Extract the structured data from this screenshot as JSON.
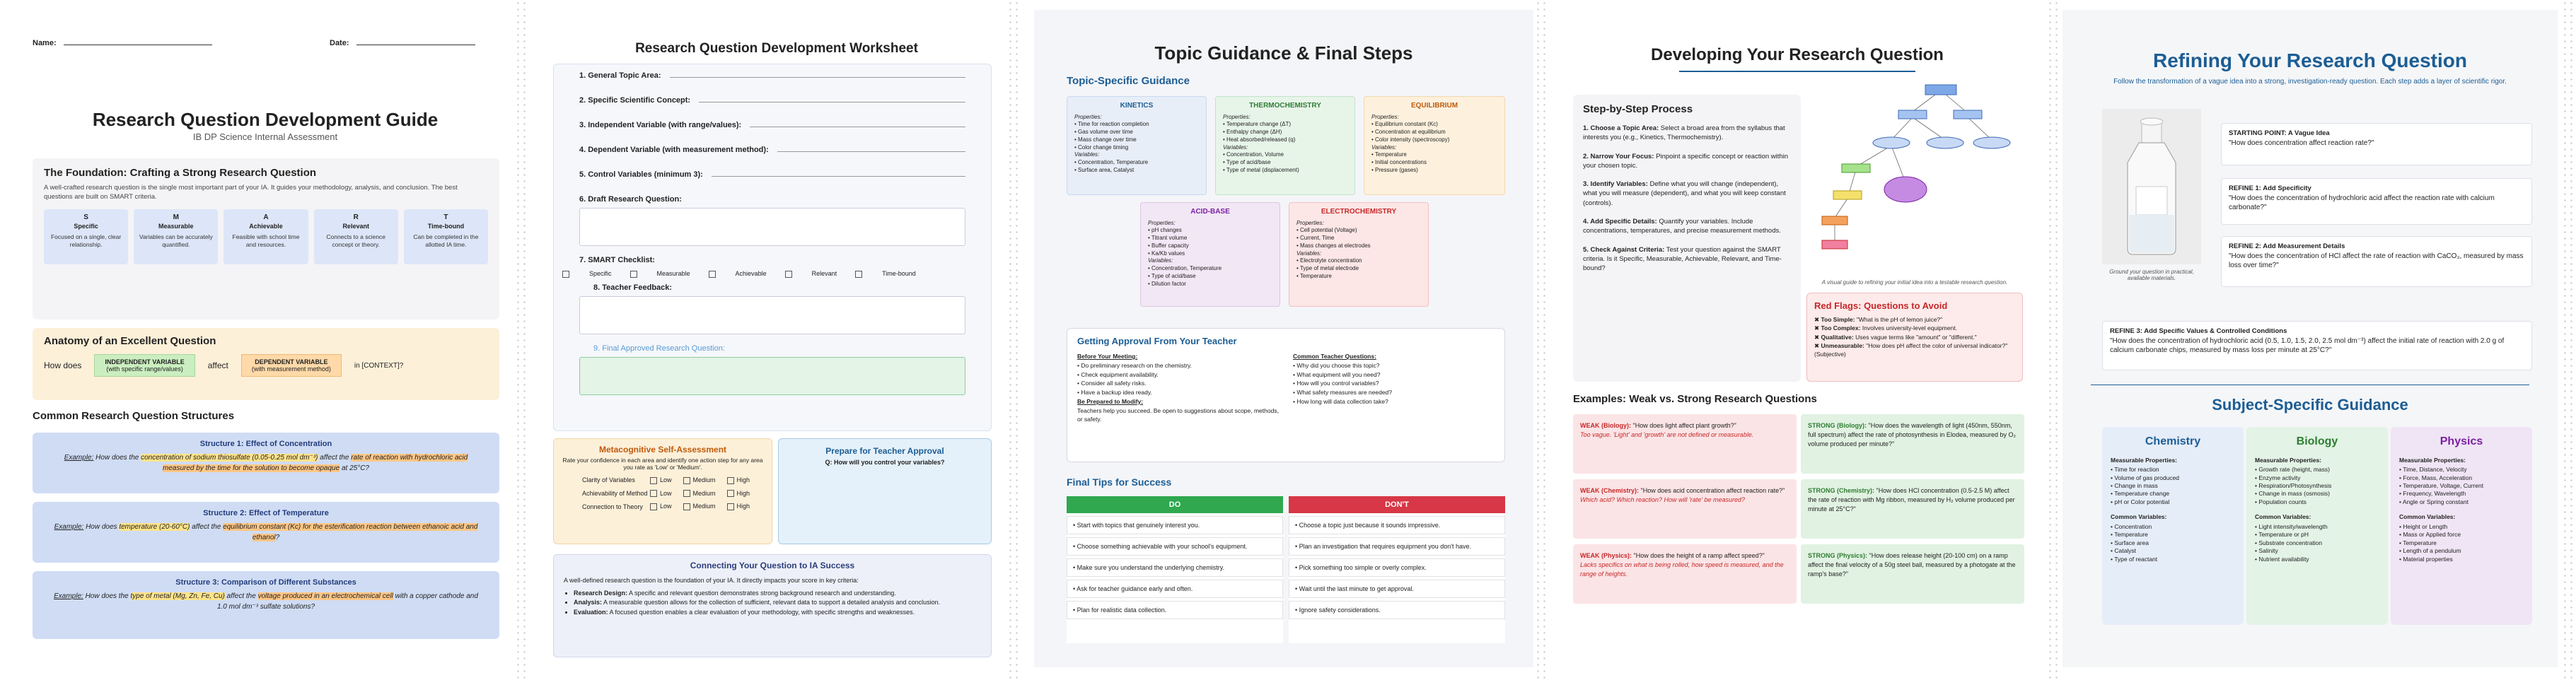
{
  "page1": {
    "name_label": "Name:",
    "date_label": "Date:",
    "title": "Research Question Development Guide",
    "subtitle": "IB DP Science Internal Assessment",
    "foundation": {
      "heading": "The Foundation: Crafting a Strong Research Question",
      "text": "A well-crafted research question is the single most important part of your IA. It guides your methodology, analysis, and conclusion. The best questions are built on SMART criteria.",
      "smart": [
        {
          "letter": "S",
          "name": "Specific",
          "desc": "Focused on a single, clear relationship."
        },
        {
          "letter": "M",
          "name": "Measurable",
          "desc": "Variables can be accurately quantified."
        },
        {
          "letter": "A",
          "name": "Achievable",
          "desc": "Feasible with school time and resources."
        },
        {
          "letter": "R",
          "name": "Relevant",
          "desc": "Connects to a science concept or theory."
        },
        {
          "letter": "T",
          "name": "Time-bound",
          "desc": "Can be completed in the allotted IA time."
        }
      ]
    },
    "anatomy": {
      "heading": "Anatomy of an Excellent Question",
      "how_does": "How does",
      "iv": "INDEPENDENT VARIABLE",
      "iv_sub": "(with specific range/values)",
      "affect": "affect",
      "dv": "DEPENDENT VARIABLE",
      "dv_sub": "(with measurement method)",
      "context": "in [CONTEXT]?"
    },
    "structures_heading": "Common Research Question Structures",
    "structures": [
      {
        "heading": "Structure 1: Effect of Concentration",
        "ex": "Example:",
        "a": "How does the ",
        "iv": "concentration of sodium thiosulfate (0.05-0.25 mol dm⁻³)",
        "b": " affect the ",
        "dv": "rate of reaction with hydrochloric acid measured by the time for the solution to become opaque",
        "c": " at 25°C?"
      },
      {
        "heading": "Structure 2: Effect of Temperature",
        "ex": "Example:",
        "a": "How does ",
        "iv": "temperature (20-60°C)",
        "b": " affect the ",
        "dv": "equilibrium constant (Kc) for the esterification reaction between ethanoic acid and ethanol",
        "c": "?"
      },
      {
        "heading": "Structure 3: Comparison of Different Substances",
        "ex": "Example:",
        "a": "How does the ",
        "iv": "type of metal (Mg, Zn, Fe, Cu)",
        "b": " affect the ",
        "dv": "voltage produced in an electrochemical cell",
        "c": " with a copper cathode and 1.0 mol dm⁻³ sulfate solutions?"
      }
    ]
  },
  "page2": {
    "title": "Research Question Development Worksheet",
    "q1": "1. General Topic Area:",
    "q2": "2. Specific Scientific Concept:",
    "q3": "3. Independent Variable (with range/values):",
    "q4": "4. Dependent Variable (with measurement method):",
    "q5": "5. Control Variables (minimum 3):",
    "q6": "6. Draft Research Question:",
    "q7": "7. SMART Checklist:",
    "checks": [
      "Specific",
      "Measurable",
      "Achievable",
      "Relevant",
      "Time-bound"
    ],
    "q8": "8. Teacher Feedback:",
    "q9": "9. Final Approved Research Question:",
    "meta": {
      "heading": "Metacognitive Self-Assessment",
      "q": "Rate your confidence in each area and identify one action step for any area you rate as 'Low' or 'Medium'.",
      "rows": [
        "Clarity of Variables",
        "Achievability of Method",
        "Connection to Theory"
      ],
      "low": "Low",
      "medium": "Medium",
      "high": "High"
    },
    "prep": {
      "heading": "Prepare for Teacher Approval",
      "q": "Q: How will you control your variables?"
    },
    "conn": {
      "heading": "Connecting Your Question to IA Success",
      "intro": "A well-defined research question is the foundation of your IA. It directly impacts your score in key criteria:",
      "items": [
        {
          "k": "Research Design:",
          "v": " A specific and relevant question demonstrates strong background research and understanding."
        },
        {
          "k": "Analysis:",
          "v": " A measurable question allows for the collection of sufficient, relevant data to support a detailed analysis and conclusion."
        },
        {
          "k": "Evaluation:",
          "v": " A focused question enables a clear evaluation of your methodology, with specific strengths and weaknesses."
        }
      ]
    }
  },
  "page3": {
    "title": "Topic Guidance & Final Steps",
    "topic_heading": "Topic-Specific Guidance",
    "topics": [
      {
        "name": "KINETICS",
        "props": "Properties:",
        "items": [
          "Time for reaction completion",
          "Gas volume over time",
          "Mass change over time",
          "Color change timing"
        ],
        "vars": "Variables:",
        "vitems": [
          "Concentration, Temperature",
          "Surface area, Catalyst"
        ]
      },
      {
        "name": "THERMOCHEMISTRY",
        "props": "Properties:",
        "items": [
          "Temperature change (ΔT)",
          "Enthalpy change (ΔH)",
          "Heat absorbed/released (q)"
        ],
        "vars": "Variables:",
        "vitems": [
          "Concentration, Volume",
          "Type of acid/base",
          "Type of metal (displacement)"
        ]
      },
      {
        "name": "EQUILIBRIUM",
        "props": "Properties:",
        "items": [
          "Equilibrium constant (Kc)",
          "Concentration at equilibrium",
          "Color intensity (spectroscopy)"
        ],
        "vars": "Variables:",
        "vitems": [
          "Temperature",
          "Initial concentrations",
          "Pressure (gases)"
        ]
      },
      {
        "name": "ACID-BASE",
        "props": "Properties:",
        "items": [
          "pH changes",
          "Titrant volume",
          "Buffer capacity",
          "Ka/Kb values"
        ],
        "vars": "Variables:",
        "vitems": [
          "Concentration, Temperature",
          "Type of acid/base",
          "Dilution factor"
        ]
      },
      {
        "name": "ELECTROCHEMISTRY",
        "props": "Properties:",
        "items": [
          "Cell potential (Voltage)",
          "Current, Time",
          "Mass changes at electrodes"
        ],
        "vars": "Variables:",
        "vitems": [
          "Electrolyte concentration",
          "Type of metal electrode",
          "Temperature"
        ]
      }
    ],
    "approval": {
      "heading": "Getting Approval From Your Teacher",
      "before": "Before Your Meeting:",
      "before_items": [
        "Do preliminary research on the chemistry.",
        "Check equipment availability.",
        "Consider all safety risks.",
        "Have a backup idea ready."
      ],
      "flex": "Be Prepared to Modify:",
      "flex_text": "Teachers help you succeed. Be open to suggestions about scope, methods, or safety.",
      "common": "Common Teacher Questions:",
      "common_items": [
        "Why did you choose this topic?",
        "What equipment will you need?",
        "How will you control variables?",
        "What safety measures are needed?",
        "How long will data collection take?"
      ]
    },
    "tips_heading": "Final Tips for Success",
    "do": "DO",
    "dont": "DON'T",
    "do_items": [
      "Start with topics that genuinely interest you.",
      "Choose something achievable with your school's equipment.",
      "Make sure you understand the underlying chemistry.",
      "Ask for teacher guidance early and often.",
      "Plan for realistic data collection."
    ],
    "dont_items": [
      "Choose a topic just because it sounds impressive.",
      "Plan an investigation that requires equipment you don't have.",
      "Pick something too simple or overly complex.",
      "Wait until the last minute to get approval.",
      "Ignore safety considerations."
    ]
  },
  "page4": {
    "title": "Developing Your Research Question",
    "steps_heading": "Step-by-Step Process",
    "steps": [
      {
        "k": "1. Choose a Topic Area:",
        "v": " Select a broad area from the syllabus that interests you (e.g., Kinetics, Thermochemistry)."
      },
      {
        "k": "2. Narrow Your Focus:",
        "v": " Pinpoint a specific concept or reaction within your chosen topic."
      },
      {
        "k": "3. Identify Variables:",
        "v": " Define what you will change (independent), what you will measure (dependent), and what you will keep constant (controls)."
      },
      {
        "k": "4. Add Specific Details:",
        "v": " Quantify your variables. Include concentrations, temperatures, and precise measurement methods."
      },
      {
        "k": "5. Check Against Criteria:",
        "v": " Test your question against the SMART criteria. Is it Specific, Measurable, Achievable, Relevant, and Time-bound?"
      }
    ],
    "mind_caption": "A visual guide to refining your initial idea into a testable research question.",
    "redflags": {
      "heading": "Red Flags: Questions to Avoid",
      "items": [
        {
          "k": "✖ Too Simple:",
          "v": " \"What is the pH of lemon juice?\""
        },
        {
          "k": "✖ Too Complex:",
          "v": " Involves university-level equipment."
        },
        {
          "k": "✖ Qualitative:",
          "v": " Uses vague terms like \"amount\" or \"different.\""
        },
        {
          "k": "✖ Unmeasurable:",
          "v": " \"How does pH affect the color of universal indicator?\" (Subjective)"
        }
      ]
    },
    "ex_heading": "Examples: Weak vs. Strong Research Questions",
    "examples": [
      {
        "wl": "WEAK (Biology):",
        "wq": " \"How does light affect plant growth?\"",
        "wn": "Too vague. 'Light' and 'growth' are not defined or measurable.",
        "sl": "STRONG (Biology):",
        "sq": " \"How does the wavelength of light (450nm, 550nm, full spectrum) affect the rate of photosynthesis in Elodea, measured by O₂ volume produced per minute?\""
      },
      {
        "wl": "WEAK (Chemistry):",
        "wq": " \"How does acid concentration affect reaction rate?\"",
        "wn": "Which acid? Which reaction? How will 'rate' be measured?",
        "sl": "STRONG (Chemistry):",
        "sq": " \"How does HCl concentration (0.5-2.5 M) affect the rate of reaction with Mg ribbon, measured by H₂ volume produced per minute at 25°C?\""
      },
      {
        "wl": "WEAK (Physics):",
        "wq": " \"How does the height of a ramp affect speed?\"",
        "wn": "Lacks specifics on what is being rolled, how speed is measured, and the range of heights.",
        "sl": "STRONG (Physics):",
        "sq": " \"How does release height (20-100 cm) on a ramp affect the final velocity of a 50g steel ball, measured by a photogate at the ramp's base?\""
      }
    ]
  },
  "page5": {
    "title": "Refining Your Research Question",
    "subtitle": "Follow the transformation of a vague idea into a strong, investigation-ready question. Each step adds a layer of scientific rigor.",
    "photo_caption": "Ground your question in practical, available materials.",
    "refine": [
      {
        "h": "STARTING POINT: A Vague Idea",
        "q": "\"How does concentration affect reaction rate?\""
      },
      {
        "h": "REFINE 1: Add Specificity",
        "q": "\"How does the concentration of hydrochloric acid affect the reaction rate with calcium carbonate?\""
      },
      {
        "h": "REFINE 2: Add Measurement Details",
        "q": "\"How does the concentration of HCl affect the rate of reaction with CaCO₃, measured by mass loss over time?\""
      }
    ],
    "refine3": {
      "h": "REFINE 3: Add Specific Values & Controlled Conditions",
      "q": "\"How does the concentration of hydrochloric acid (0.5, 1.0, 1.5, 2.0, 2.5 mol dm⁻³) affect the initial rate of reaction with 2.0 g of calcium carbonate chips, measured by mass loss per minute at 25°C?\""
    },
    "ssg_heading": "Subject-Specific Guidance",
    "subjects": [
      {
        "name": "Chemistry",
        "mp": "Measurable Properties:",
        "mitems": [
          "Time for reaction",
          "Volume of gas produced",
          "Change in mass",
          "Temperature change",
          "pH or Color potential"
        ],
        "cv": "Common Variables:",
        "citems": [
          "Concentration",
          "Temperature",
          "Surface area",
          "Catalyst",
          "Type of reactant"
        ]
      },
      {
        "name": "Biology",
        "mp": "Measurable Properties:",
        "mitems": [
          "Growth rate (height, mass)",
          "Enzyme activity",
          "Respiration/Photosynthesis",
          "Change in mass (osmosis)",
          "Population counts"
        ],
        "cv": "Common Variables:",
        "citems": [
          "Light intensity/wavelength",
          "Temperature or pH",
          "Substrate concentration",
          "Salinity",
          "Nutrient availability"
        ]
      },
      {
        "name": "Physics",
        "mp": "Measurable Properties:",
        "mitems": [
          "Time, Distance, Velocity",
          "Force, Mass, Acceleration",
          "Temperature, Voltage, Current",
          "Frequency, Wavelength",
          "Angle or Spring constant"
        ],
        "cv": "Common Variables:",
        "citems": [
          "Height or Length",
          "Mass or Applied force",
          "Temperature",
          "Length of a pendulum",
          "Material properties"
        ]
      }
    ]
  }
}
